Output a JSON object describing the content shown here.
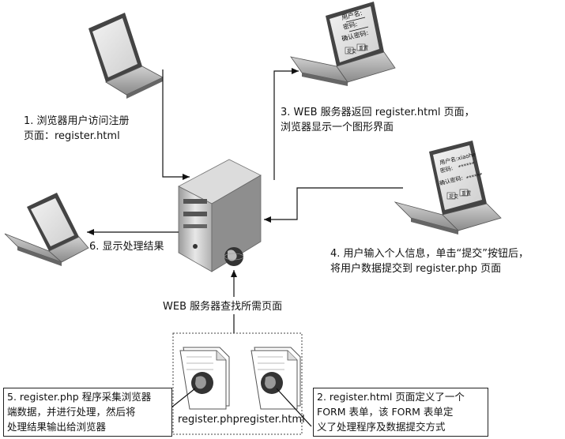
{
  "steps": {
    "step1": {
      "line1": "1. 浏览器用户访问注册",
      "line2": "页面：register.html"
    },
    "step2": {
      "line1": "2. register.html 页面定义了一个",
      "line2": "FORM 表单，该 FORM 表单定",
      "line3": "义了处理程序及数据提交方式"
    },
    "step3": {
      "line1": "3. WEB 服务器返回 register.html 页面，",
      "line2": "浏览器显示一个图形界面"
    },
    "step4": {
      "line1": "4. 用户输入个人信息，单击“提交”按钮后，",
      "line2": "将用户数据提交到 register.php 页面"
    },
    "step5": {
      "line1": "5. register.php 程序采集浏览器",
      "line2": "端数据，并进行处理，然后将",
      "line3": "处理结果输出给浏览器"
    },
    "step6": {
      "line1": "6. 显示处理结果"
    }
  },
  "server_lookup": "WEB 服务器查找所需页面",
  "files": {
    "php": "register.php",
    "html": "register.html"
  },
  "form_empty": {
    "username": "用户名:",
    "password": "密码:",
    "confirm": "确认密码:",
    "submit": "提交",
    "reset": "重置"
  },
  "form_filled": {
    "username": "用户名:xiaohe",
    "password": "密码:",
    "confirm": "确认密码:",
    "mask": "******",
    "submit": "提交",
    "reset": "重置"
  },
  "icons": [
    "laptop-icon",
    "server-icon",
    "globe-icon",
    "document-icon",
    "arrow-icon"
  ]
}
